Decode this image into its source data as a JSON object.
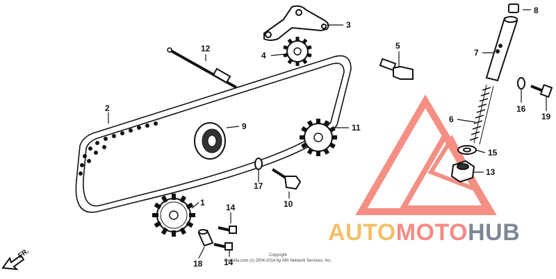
{
  "diagram": {
    "direction_label": "FR.",
    "copyright_line1": "Copyright",
    "copyright_line2": "Partzilla.com (c) 2004-2014 by ARI Network Services, Inc.",
    "watermark": {
      "part1": "AUTO",
      "part2": "MOTO",
      "part3": "HUB",
      "color1": "#f2c06b",
      "color2": "#f48b86",
      "color3": "#7d8793",
      "triangle_color": "#f26a5c"
    },
    "callouts": [
      "1",
      "2",
      "3",
      "4",
      "5",
      "6",
      "7",
      "8",
      "9",
      "10",
      "11",
      "12",
      "13",
      "14",
      "14",
      "15",
      "16",
      "17",
      "18",
      "19"
    ]
  }
}
